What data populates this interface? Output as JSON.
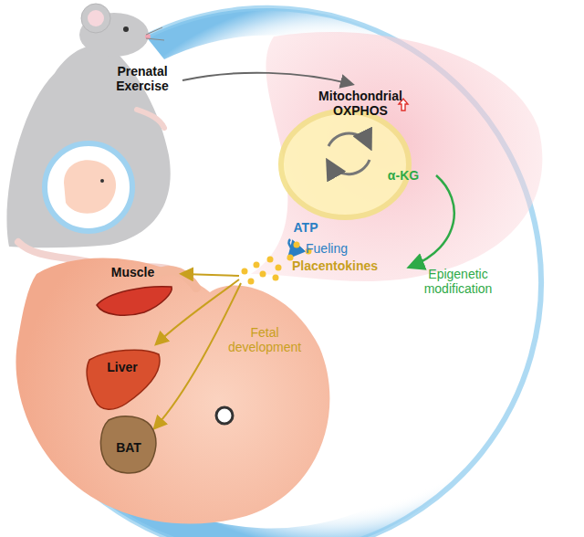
{
  "diagram": {
    "nodes": [
      {
        "text": [
          "Muscle"
        ]
      },
      {
        "text": [
          "Liver"
        ]
      },
      {
        "text": [
          "BAT"
        ]
      }
    ],
    "labels": [
      "Prenatal Exercise",
      "Mitochondrial OXPHOS",
      "α-KG",
      "ATP",
      "Fueling",
      "Placentokines",
      "Epigenetic modification",
      "Fetal development"
    ]
  }
}
